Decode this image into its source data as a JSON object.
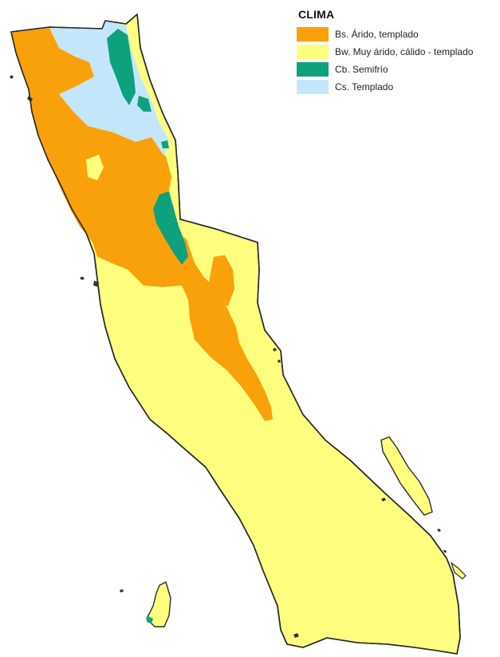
{
  "legend": {
    "title": "CLIMA",
    "items": [
      {
        "key": "bs",
        "label": "Bs. Árido, templado",
        "color": "#F9A10A"
      },
      {
        "key": "bw",
        "label": "Bw. Muy árido, cálido - templado",
        "color": "#FFFF7F"
      },
      {
        "key": "cb",
        "label": "Cb. Semifrío",
        "color": "#0DA17D"
      },
      {
        "key": "cs",
        "label": "Cs. Templado",
        "color": "#C4E6FA"
      }
    ]
  },
  "colors": {
    "outline": "#2a2a2a",
    "background": "#ffffff"
  }
}
